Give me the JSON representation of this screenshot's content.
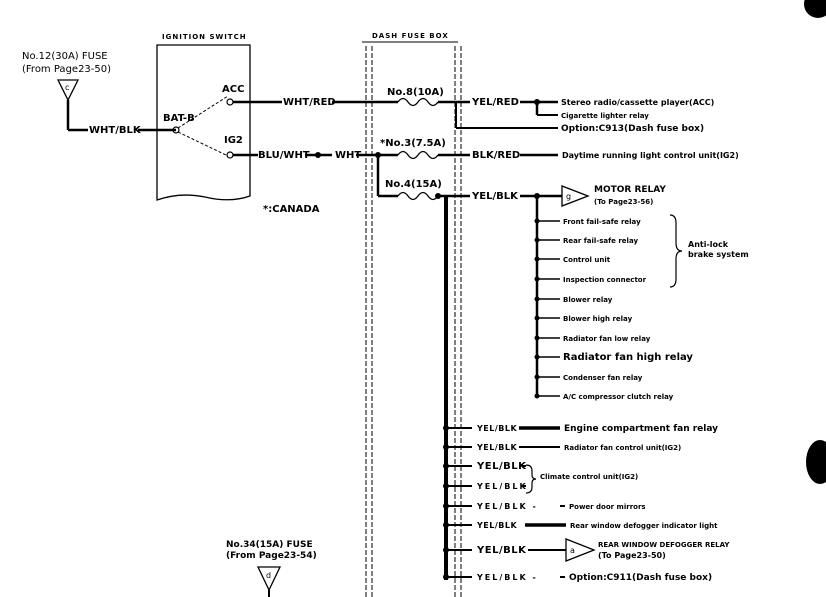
{
  "header": {
    "ignition_switch": "IGNITION SWITCH",
    "dash_fuse_box": "DASH FUSE BOX"
  },
  "fuse12": {
    "line1": "No.12(30A) FUSE",
    "line2": "(From Page23-50)",
    "connector": "c"
  },
  "fuse34": {
    "line1": "No.34(15A) FUSE",
    "line2": "(From Page23-54)",
    "connector": "d"
  },
  "ignition": {
    "bat": "BAT-B",
    "acc": "ACC",
    "ig2": "IG2",
    "feed_wire": "WHT/BLK"
  },
  "wires": {
    "acc": "WHT/RED",
    "ig2_a": "BLU/WHT",
    "ig2_b": "WHT"
  },
  "fuses": {
    "f8": "No.8(10A)",
    "f3": "*No.3(7.5A)",
    "f4": "No.4(15A)"
  },
  "canada_note": "*:CANADA",
  "branch8": {
    "wire": "YEL/RED",
    "loads": [
      "Stereo radio/cassette player(ACC)",
      "Cigarette lighter relay",
      "Option:C913(Dash fuse box)"
    ]
  },
  "branch3": {
    "wire": "BLK/RED",
    "load": "Daytime running light control unit(IG2)"
  },
  "branch4": {
    "wire": "YEL/BLK",
    "motor_relay": {
      "connector": "g",
      "line1": "MOTOR RELAY",
      "line2": "(To Page23-56)"
    },
    "relays": [
      "Front fail-safe relay",
      "Rear fail-safe relay",
      "Control unit",
      "Inspection connector",
      "Blower relay",
      "Blower high relay",
      "Radiator fan low relay",
      "Radiator fan high relay",
      "Condenser fan relay",
      "A/C compressor clutch relay"
    ],
    "abs_group": {
      "line1": "Anti-lock",
      "line2": "brake system"
    }
  },
  "lower": {
    "rows": [
      {
        "wire": "YEL/BLK",
        "load": "Engine compartment fan relay"
      },
      {
        "wire": "YEL/BLK",
        "load": "Radiator fan control unit(IG2)"
      },
      {
        "wire": "YEL/BLK",
        "load": ""
      },
      {
        "wire": "YEL/BLK",
        "load": ""
      },
      {
        "wire": "YEL/BLK -",
        "load": "Power door mirrors"
      },
      {
        "wire": "YEL/BLK",
        "load": "Rear window defogger indicator light"
      },
      {
        "wire": "YEL/BLK",
        "load": ""
      },
      {
        "wire": "YEL/BLK -",
        "load": "Option:C911(Dash fuse box)"
      }
    ],
    "climate": "Climate control unit(IG2)",
    "defogger": {
      "connector": "a",
      "line1": "REAR WINDOW DEFOGGER RELAY",
      "line2": "(To Page23-50)"
    }
  }
}
